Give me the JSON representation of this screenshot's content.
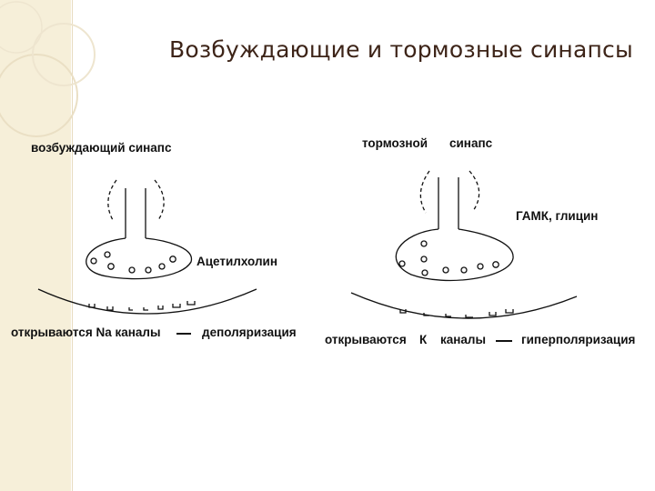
{
  "title": "Возбуждающие и тормозные синапсы",
  "left": {
    "heading": "возбуждающий синапс",
    "transmitter": "Ацетилхолин",
    "result_left": "открываются Na каналы",
    "result_dash": "—",
    "result_right": "деполяризация"
  },
  "right": {
    "heading_a": "тормозной",
    "heading_b": "синапс",
    "transmitter": "ГАМК,  глицин",
    "result_left_a": "открываются",
    "result_left_b": "К",
    "result_left_c": "каналы",
    "result_dash": "—",
    "result_right": "гиперполяризация"
  }
}
